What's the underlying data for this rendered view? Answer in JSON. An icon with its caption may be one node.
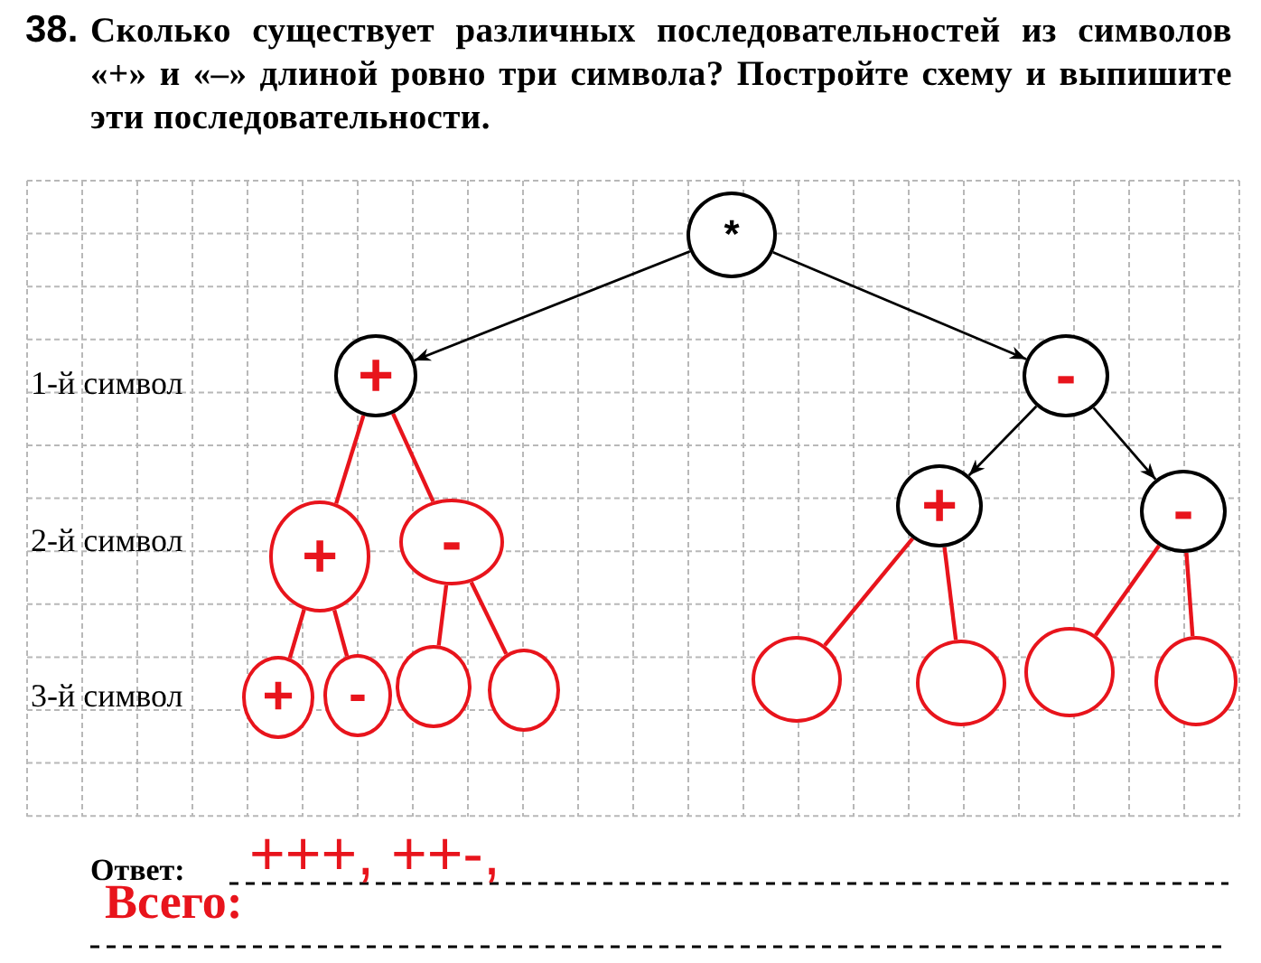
{
  "diagram": {
    "title": "Сколько существует различных последовательностей из символов «+» и «–» длиной ровно три символа? Постройте схему и выпишите эти последовательности.",
    "nodes": [
      {
        "text": [
          "*"
        ]
      },
      {
        "text": [
          "+"
        ]
      },
      {
        "text": [
          "-"
        ]
      },
      {
        "text": [
          "+"
        ]
      },
      {
        "text": [
          "-"
        ]
      },
      {
        "text": [
          "+"
        ]
      },
      {
        "text": [
          "-"
        ]
      },
      {
        "text": [
          "+"
        ]
      },
      {
        "text": [
          "-"
        ]
      },
      {
        "text": [],
        "shape": "circle"
      },
      {
        "text": [],
        "shape": "circle"
      },
      {
        "text": [],
        "shape": "circle"
      },
      {
        "text": [],
        "shape": "circle"
      },
      {
        "text": [],
        "shape": "circle"
      },
      {
        "text": [],
        "shape": "circle"
      }
    ],
    "edges": [
      {
        "from": 0,
        "to": 1,
        "arrow": "to",
        "color": "#000000"
      },
      {
        "from": 0,
        "to": 2,
        "arrow": "to",
        "color": "#000000"
      },
      {
        "from": 2,
        "to": 5,
        "arrow": "to",
        "color": "#000000"
      },
      {
        "from": 2,
        "to": 6,
        "arrow": "to",
        "color": "#000000"
      },
      {
        "from": 1,
        "to": 3,
        "arrow": "none"
      },
      {
        "from": 1,
        "to": 4,
        "arrow": "none"
      },
      {
        "from": 3,
        "to": 7,
        "arrow": "none"
      },
      {
        "from": 3,
        "to": 8,
        "arrow": "none"
      },
      {
        "from": 4,
        "to": 9,
        "arrow": "none"
      },
      {
        "from": 4,
        "to": 10,
        "arrow": "none"
      },
      {
        "from": 5,
        "to": 11,
        "arrow": "none"
      },
      {
        "from": 5,
        "to": 12,
        "arrow": "none"
      },
      {
        "from": 6,
        "to": 13,
        "arrow": "none"
      },
      {
        "from": 6,
        "to": 14,
        "arrow": "none"
      }
    ],
    "labels": [
      "38.",
      "1-й символ",
      "2-й символ",
      "3-й символ",
      "Ответ:",
      "+++, ++-,",
      "Всего:"
    ]
  }
}
